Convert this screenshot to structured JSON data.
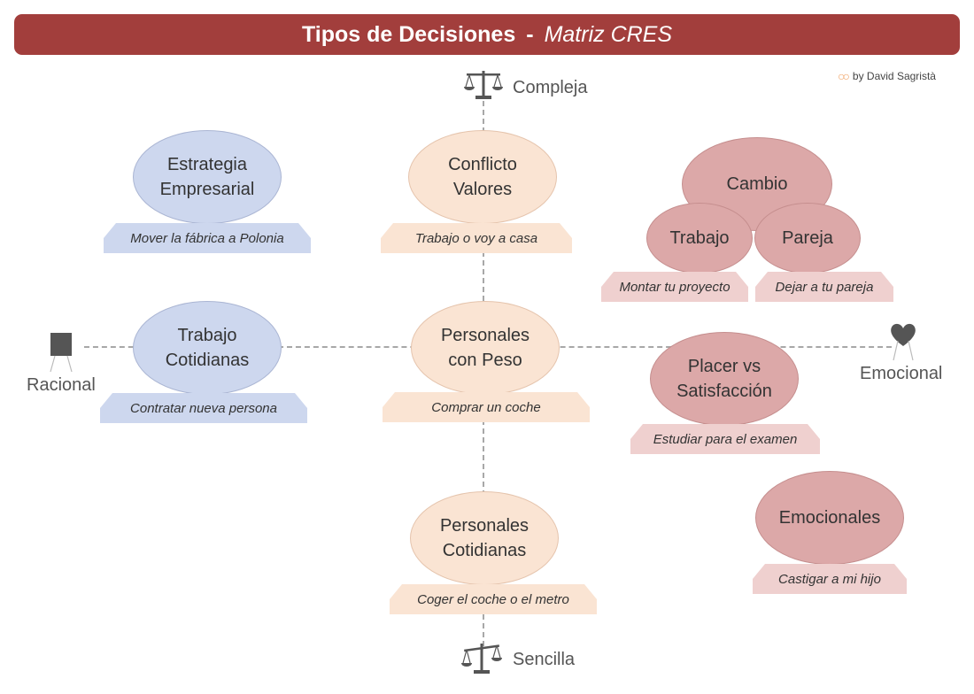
{
  "header": {
    "title": "Tipos de Decisiones",
    "separator": "-",
    "subtitle": "Matriz CRES"
  },
  "credit": "by David Sagristà",
  "axes": {
    "top": "Compleja",
    "bottom": "Sencilla",
    "left": "Racional",
    "right": "Emocional"
  },
  "nodes": {
    "estrategia": {
      "label": "Estrategia\nEmpresarial",
      "example": "Mover la fábrica a Polonia"
    },
    "conflicto": {
      "label": "Conflicto\nValores",
      "example": "Trabajo o voy a casa"
    },
    "cambio": {
      "label": "Cambio"
    },
    "trabajo_cambio": {
      "label": "Trabajo",
      "example": "Montar tu proyecto"
    },
    "pareja": {
      "label": "Pareja",
      "example": "Dejar a tu pareja"
    },
    "trabajo_cotid": {
      "label": "Trabajo\nCotidianas",
      "example": "Contratar nueva persona"
    },
    "personales_peso": {
      "label": "Personales\ncon Peso",
      "example": "Comprar un coche"
    },
    "placer": {
      "label": "Placer vs\nSatisfacción",
      "example": "Estudiar para el examen"
    },
    "personales_cotid": {
      "label": "Personales\nCotidianas",
      "example": "Coger el coche o el metro"
    },
    "emocionales": {
      "label": "Emocionales",
      "example": "Castigar a mi hijo"
    }
  },
  "colors": {
    "header": "#a23e3c",
    "rational": "#cdd7ee",
    "neutral": "#fae4d3",
    "emotional": "#dca8a8"
  },
  "icons": [
    "scale-icon",
    "square-person-icon",
    "heart-person-icon",
    "credit-logo-icon"
  ]
}
